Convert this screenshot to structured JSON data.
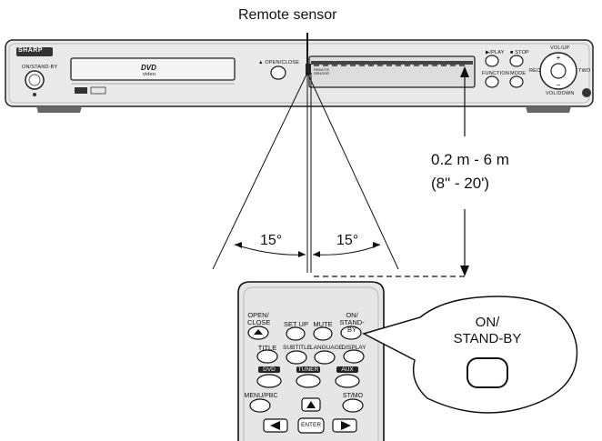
{
  "labels": {
    "remote_sensor": "Remote sensor",
    "range_metric": "0.2 m - 6 m",
    "range_imperial": "(8\" - 20')",
    "angle_left": "15°",
    "angle_right": "15°"
  },
  "player": {
    "brand": "SHARP",
    "on_standby": "ON/STAND-BY",
    "dvd_logo": "DVD",
    "dvd_sub": "video",
    "open_close": "▲ OPEN/CLOSE",
    "remote_sensor_small": "REMOTE SENSOR",
    "play": "▶/PLAY",
    "stop": "■ STOP",
    "vol_up": "VOL/UP",
    "function": "FUNCTION",
    "mode": "MODE",
    "rec": "REC",
    "two": "TWO",
    "vol_down": "VOL/DOWN"
  },
  "remote": {
    "open_close": "OPEN/ CLOSE",
    "set_up": "SET UP",
    "mute": "MUTE",
    "on_standby": "ON/ STAND-BY",
    "title": "TITLE",
    "subtitle": "SUBTITLE",
    "language": "LANGUAGE",
    "display": "DISPLAY",
    "dvd": "DVD",
    "tuner": "TUNER",
    "aux": "AUX",
    "menu_pbc": "MENU/PBC",
    "st_mo": "ST/MO",
    "enter": "ENTER"
  },
  "callout": {
    "line1": "ON/",
    "line2": "STAND-BY"
  }
}
